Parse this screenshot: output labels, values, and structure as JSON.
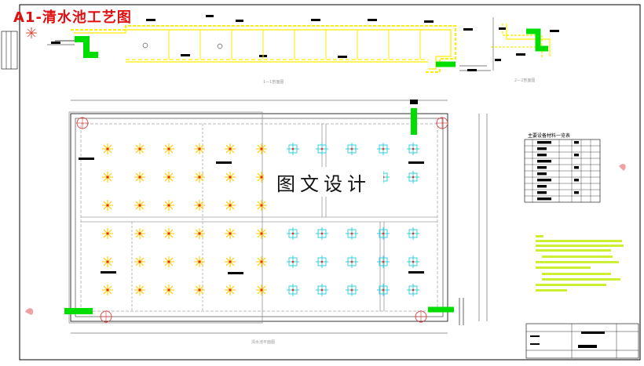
{
  "title": "A1-清水池工艺图",
  "watermark": "图文设计",
  "material_table_title": "主要设备材料一览表",
  "colors": {
    "line": "#000000",
    "pipe": "#00dd00",
    "wall": "#ffee00",
    "cyan": "#22ccdd",
    "title_red": "#e01010",
    "grid": "#777777"
  },
  "icons": [
    "north-arrow-icon",
    "star-marker-icon",
    "cross-marker-icon"
  ]
}
